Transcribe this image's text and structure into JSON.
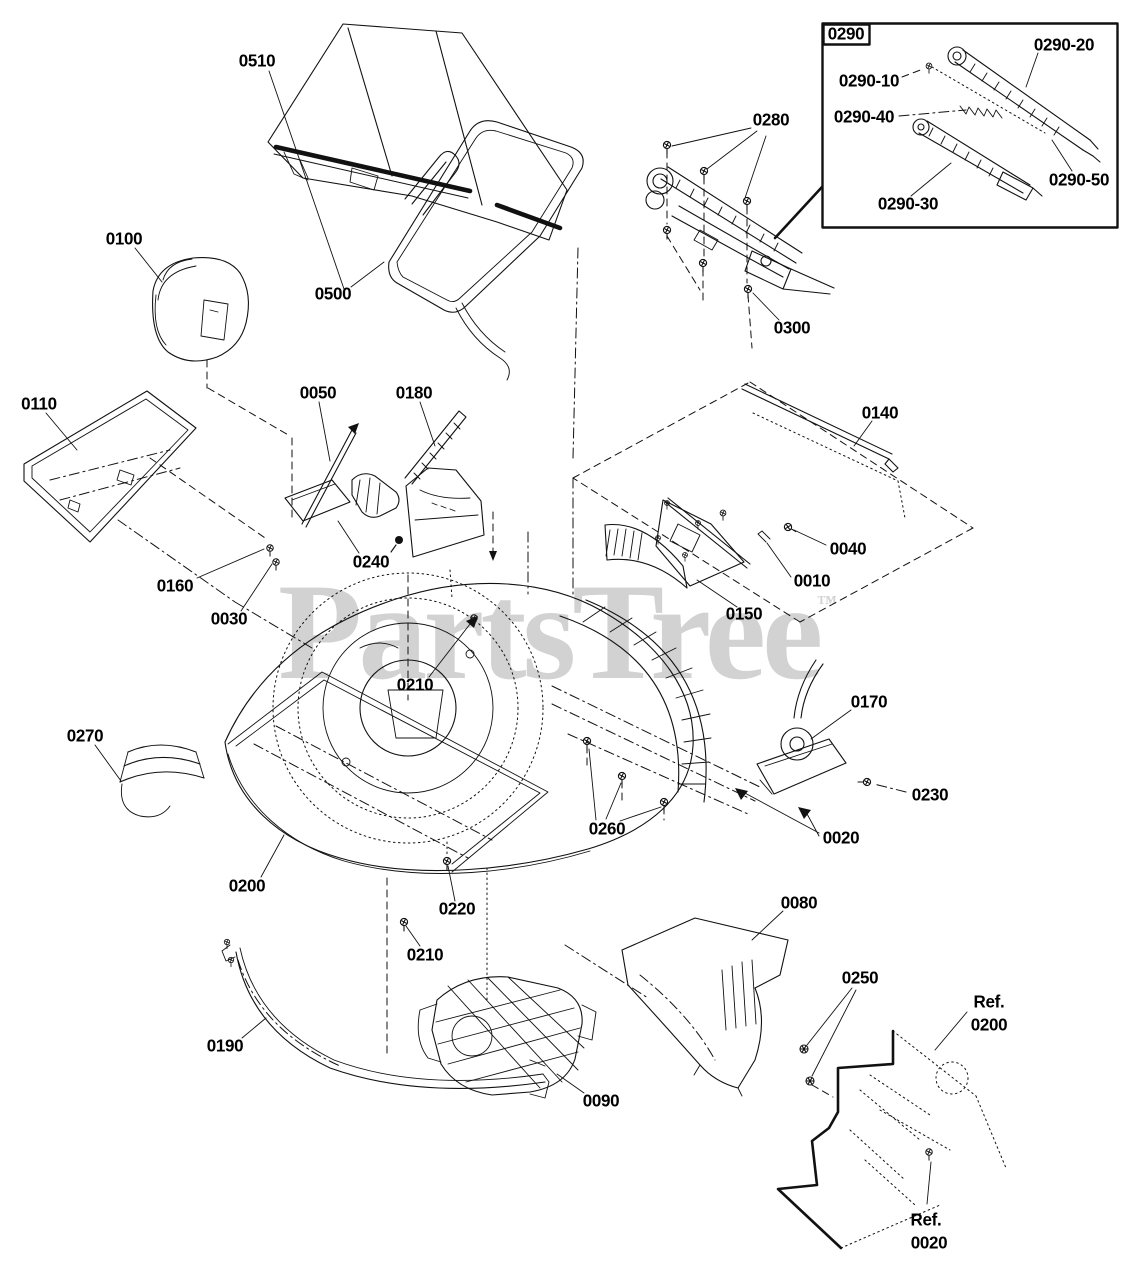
{
  "page": {
    "background": "#ffffff",
    "line_color": "#111111"
  },
  "watermark": {
    "text": "PartsTree",
    "trademark": "™",
    "color": "#d2d2d2"
  },
  "inset": {
    "title": "0290"
  },
  "callouts": {
    "l0510": "0510",
    "l0500": "0500",
    "l0100": "0100",
    "l0110": "0110",
    "l0050": "0050",
    "l0180": "0180",
    "l0240": "0240",
    "l0160": "0160",
    "l0030": "0030",
    "l0280": "0280",
    "l0300": "0300",
    "l0290_10": "0290-10",
    "l0290_20": "0290-20",
    "l0290_30": "0290-30",
    "l0290_40": "0290-40",
    "l0290_50": "0290-50",
    "l0140": "0140",
    "l0040": "0040",
    "l0010": "0010",
    "l0150": "0150",
    "l0210_upper": "0210",
    "l0170": "0170",
    "l0230": "0230",
    "l0260": "0260",
    "l0020": "0020",
    "l0270": "0270",
    "l0200": "0200",
    "l0220": "0220",
    "l0210_lower": "0210",
    "l0190": "0190",
    "l0090": "0090",
    "l0080": "0080",
    "l0250": "0250",
    "ref0200_1": "Ref.",
    "ref0200_2": "0200",
    "ref0020_1": "Ref.",
    "ref0020_2": "0020"
  }
}
